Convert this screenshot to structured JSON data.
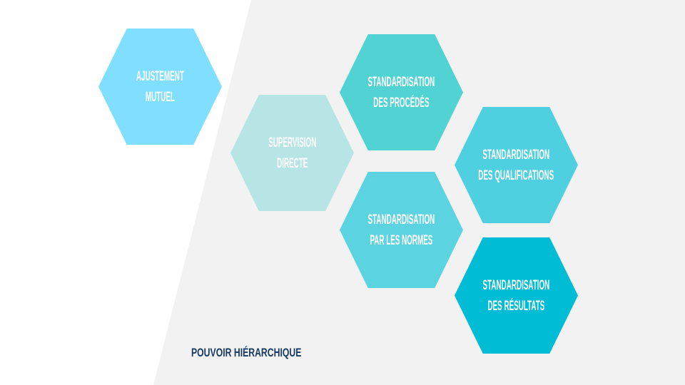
{
  "hexagons": [
    {
      "line1": "AJUSTEMENT",
      "line2": "MUTUEL",
      "color": "#80dfff"
    },
    {
      "line1": "SUPERVISION",
      "line2": "DIRECTE",
      "color": "#b7e5e6"
    },
    {
      "line1": "STANDARDISATION",
      "line2": "DES PROCÉDÉS",
      "color": "#52d3d3"
    },
    {
      "line1": "STANDARDISATION",
      "line2": "DES QUALIFICATIONS",
      "color": "#4fd0e1"
    },
    {
      "line1": "STANDARDISATION",
      "line2": "PAR LES NORMES",
      "color": "#5cd3e1"
    },
    {
      "line1": "STANDARDISATION",
      "line2": "DES RÉSULTATS",
      "color": "#00bcd4"
    }
  ],
  "footer": {
    "label": "POUVOIR HIÉRARCHIQUE"
  }
}
